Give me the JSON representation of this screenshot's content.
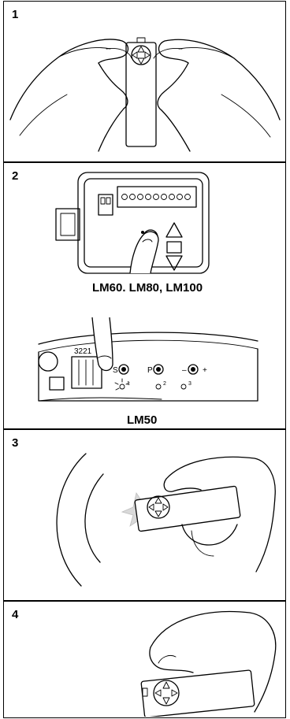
{
  "steps": [
    {
      "number": "1"
    },
    {
      "number": "2",
      "captions": [
        "LM60. LM80, LM100",
        "LM50"
      ],
      "board_labels": {
        "terminals": "3221",
        "buttons": [
          "S",
          "P",
          "–",
          "+"
        ],
        "leds": [
          "1",
          "2",
          "3"
        ]
      }
    },
    {
      "number": "3"
    },
    {
      "number": "4"
    }
  ]
}
